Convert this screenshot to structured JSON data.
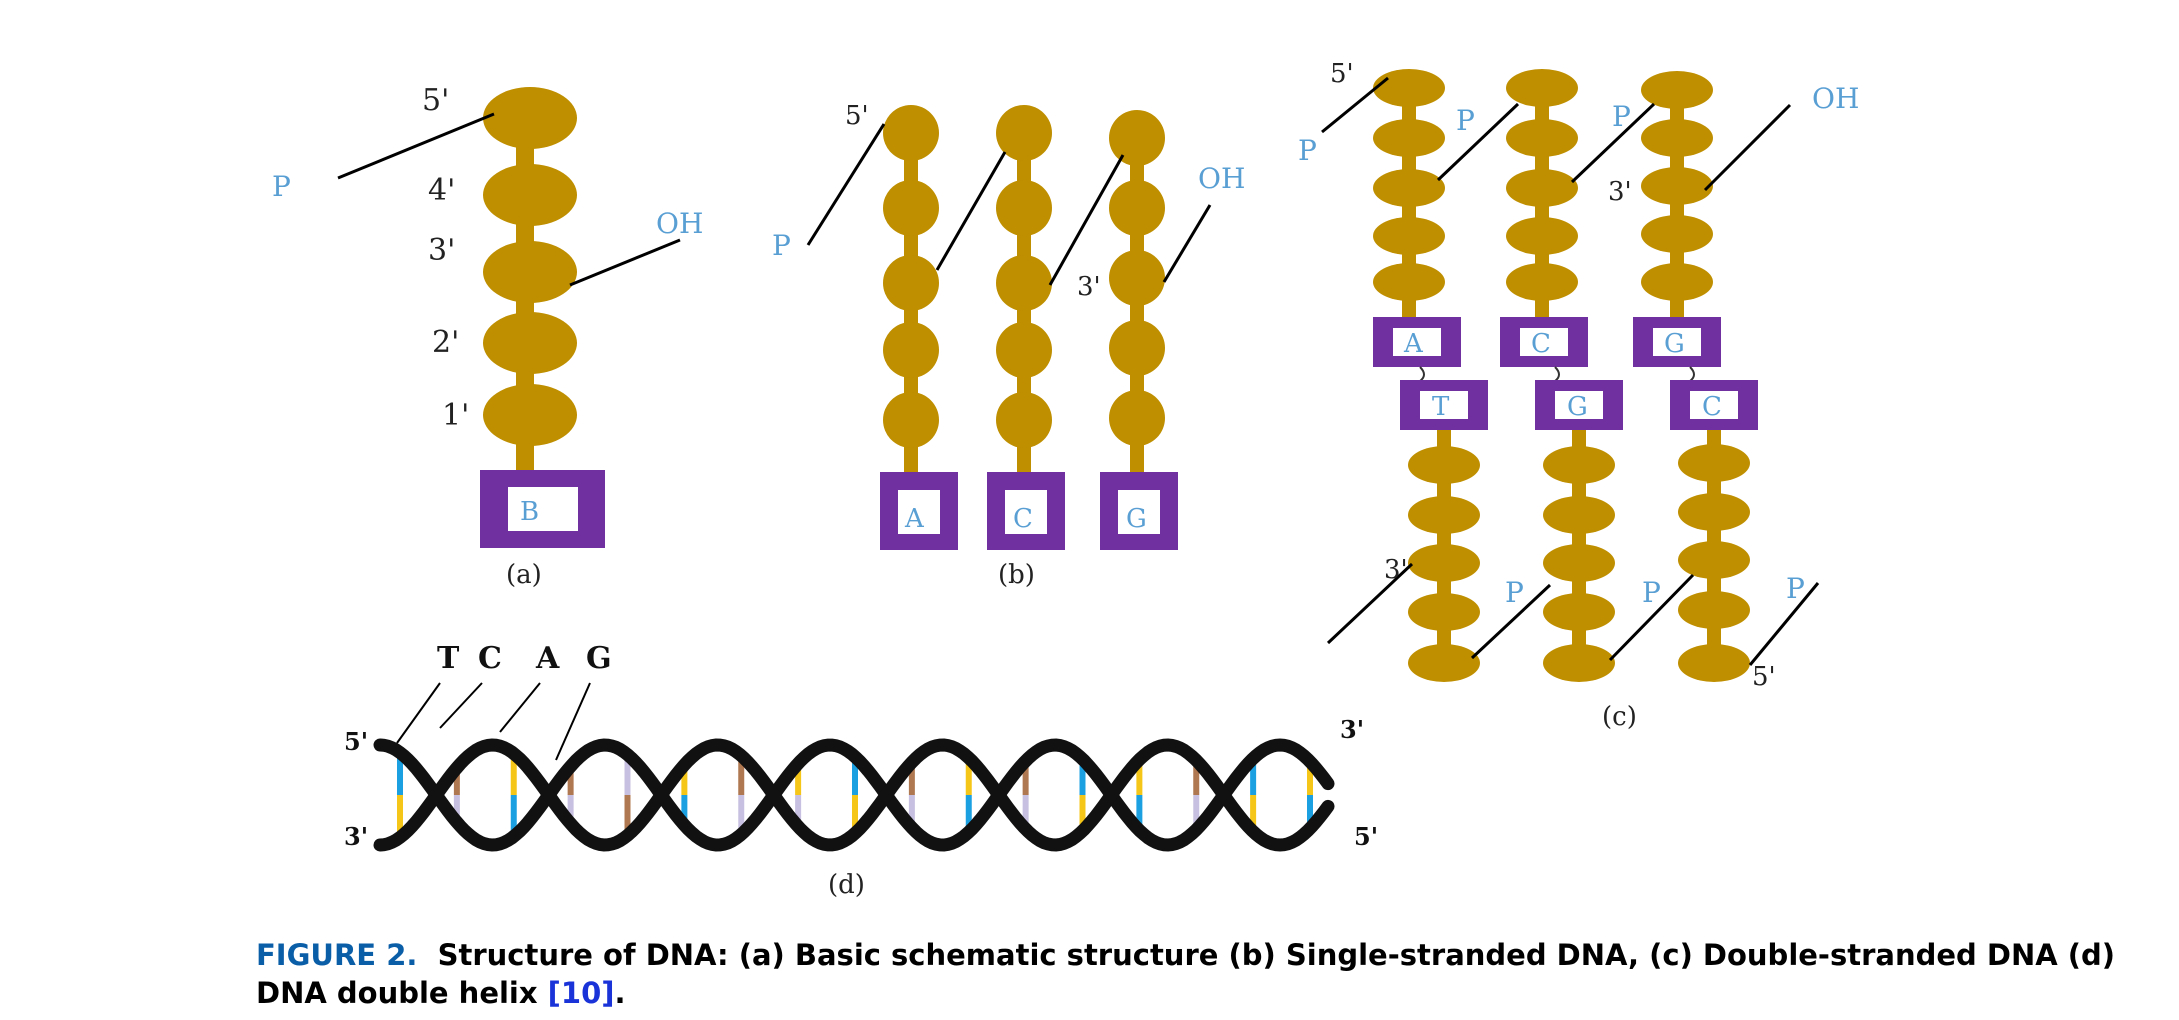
{
  "panel_a": {
    "positions": [
      "5'",
      "4'",
      "3'",
      "2'",
      "1'"
    ],
    "phosphate_label": "P",
    "hydroxyl_label": "OH",
    "base_label": "B",
    "caption": "(a)"
  },
  "panel_b": {
    "five_prime": "5'",
    "three_prime": "3'",
    "phosphate_label": "P",
    "hydroxyl_label": "OH",
    "bases": [
      "A",
      "C",
      "G"
    ],
    "caption": "(b)"
  },
  "panel_c": {
    "five_prime_top": "5'",
    "phosphate_top": [
      "P",
      "P",
      "P"
    ],
    "three_prime_top": "3'",
    "hydroxyl_label": "OH",
    "top_bases": [
      "A",
      "C",
      "G"
    ],
    "bottom_bases": [
      "T",
      "G",
      "C"
    ],
    "three_prime_bottom": "3'",
    "phosphate_bottom": [
      "P",
      "P",
      "P"
    ],
    "five_prime_bottom": "5'",
    "caption": "(c)"
  },
  "panel_d": {
    "base_letters": [
      "T",
      "C",
      "A",
      "G"
    ],
    "left_top": "5'",
    "left_bottom": "3'",
    "right_top": "3'",
    "right_bottom": "5'",
    "caption": "(d)",
    "colors": {
      "T": "#1ba1e2",
      "C": "#b07850",
      "A": "#f5c518",
      "G": "#c8c0e0"
    }
  },
  "colors": {
    "sugar": "#bf8f00",
    "base_box": "#7030a0",
    "label_blue": "#5a9fd4"
  },
  "caption": {
    "label": "FIGURE 2.",
    "text": "Structure of DNA: (a) Basic schematic structure (b) Single-stranded DNA, (c) Double-stranded DNA (d) DNA double helix ",
    "ref": "[10]",
    "end": "."
  }
}
